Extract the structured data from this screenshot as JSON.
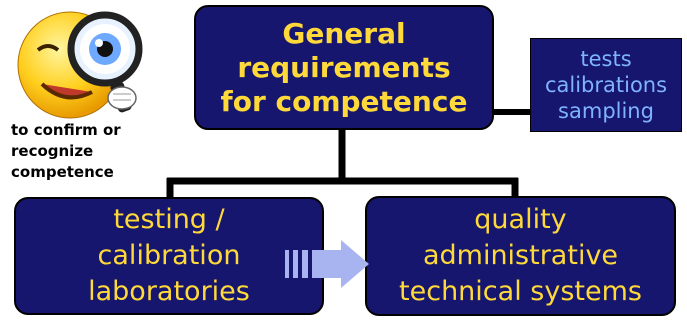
{
  "top_box": {
    "text": "General\nrequirements\nfor competence"
  },
  "side_box": {
    "text": "tests\ncalibrations\nsampling"
  },
  "left_box": {
    "text": "testing /\ncalibration\nlaboratories"
  },
  "right_box": {
    "text": "quality\nadministrative\ntechnical systems"
  },
  "caption": {
    "text": "to confirm or\nrecognize\ncompetence"
  },
  "icons": {
    "mascot": "smiley-magnifier-icon",
    "arrow": "right-arrow-icon"
  },
  "colors": {
    "box_fill": "#16166e",
    "title_text": "#ffd93a",
    "side_text": "#7fb2ff",
    "arrow": "#a8b4f0"
  }
}
